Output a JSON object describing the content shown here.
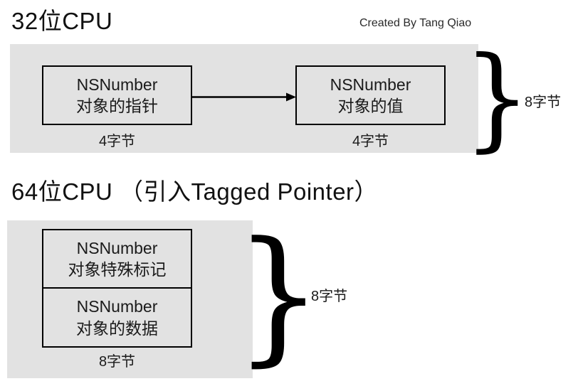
{
  "page": {
    "credit": "Created By Tang Qiao"
  },
  "glyphs": {
    "brace": "}"
  },
  "colors": {
    "panel_bg": "#e2e2e2",
    "box_border": "#000000",
    "text": "#1a1a1a",
    "background": "#ffffff"
  },
  "section_32bit": {
    "title": "32位CPU",
    "pointer_box": {
      "line1": "NSNumber",
      "line2": "对象的指针"
    },
    "pointer_size": "4字节",
    "value_box": {
      "line1": "NSNumber",
      "line2": "对象的值"
    },
    "value_size": "4字节",
    "total_size": "8字节"
  },
  "section_64bit": {
    "title": "64位CPU （引入Tagged Pointer）",
    "tag_box": {
      "line1": "NSNumber",
      "line2": "对象特殊标记"
    },
    "data_box": {
      "line1": "NSNumber",
      "line2": "对象的数据"
    },
    "box_size": "8字节",
    "total_size": "8字节"
  }
}
